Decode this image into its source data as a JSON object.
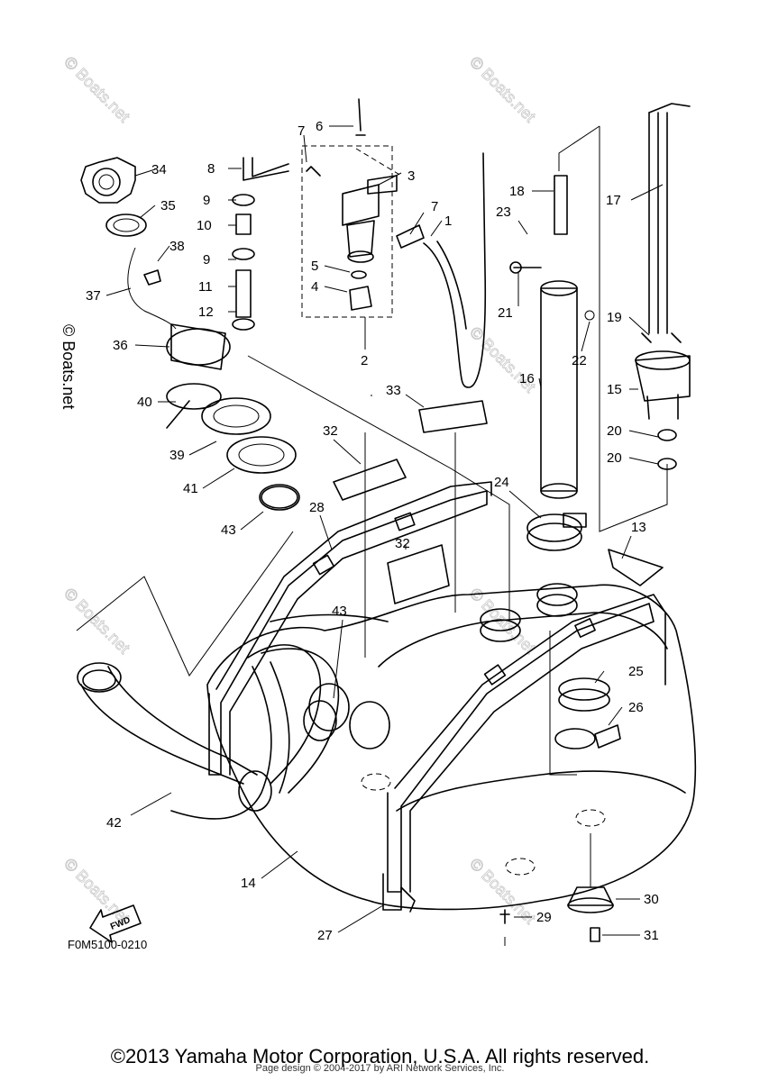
{
  "diagram": {
    "drawing_code": "F0M5100-0210",
    "fwd_label": "FWD",
    "watermark": "© Boats.net",
    "side_mark": "© Boats.net",
    "callouts": [
      "1",
      "2",
      "3",
      "4",
      "5",
      "6",
      "7",
      "8",
      "9",
      "10",
      "11",
      "12",
      "13",
      "14",
      "15",
      "16",
      "17",
      "18",
      "19",
      "20",
      "21",
      "22",
      "23",
      "24",
      "25",
      "26",
      "27",
      "28",
      "29",
      "30",
      "31",
      "32",
      "33",
      "34",
      "35",
      "36",
      "37",
      "38",
      "39",
      "40",
      "41",
      "42",
      "43"
    ]
  },
  "footer": {
    "copyright": "©2013 Yamaha Motor Corporation, U.S.A. All rights reserved.",
    "page_design": "Page design © 2004-2017 by ARI Network Services, Inc."
  }
}
